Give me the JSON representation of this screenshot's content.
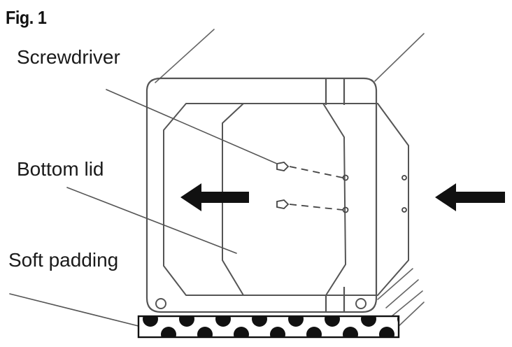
{
  "figure": {
    "title": "Fig. 1",
    "labels": {
      "screwdriver": "Screwdriver",
      "bottom_lid": "Bottom lid",
      "soft_padding": "Soft padding"
    },
    "arrows": {
      "count": 2,
      "direction": "left"
    },
    "colors": {
      "line": "#555555",
      "ink": "#111111",
      "background": "#ffffff"
    }
  }
}
